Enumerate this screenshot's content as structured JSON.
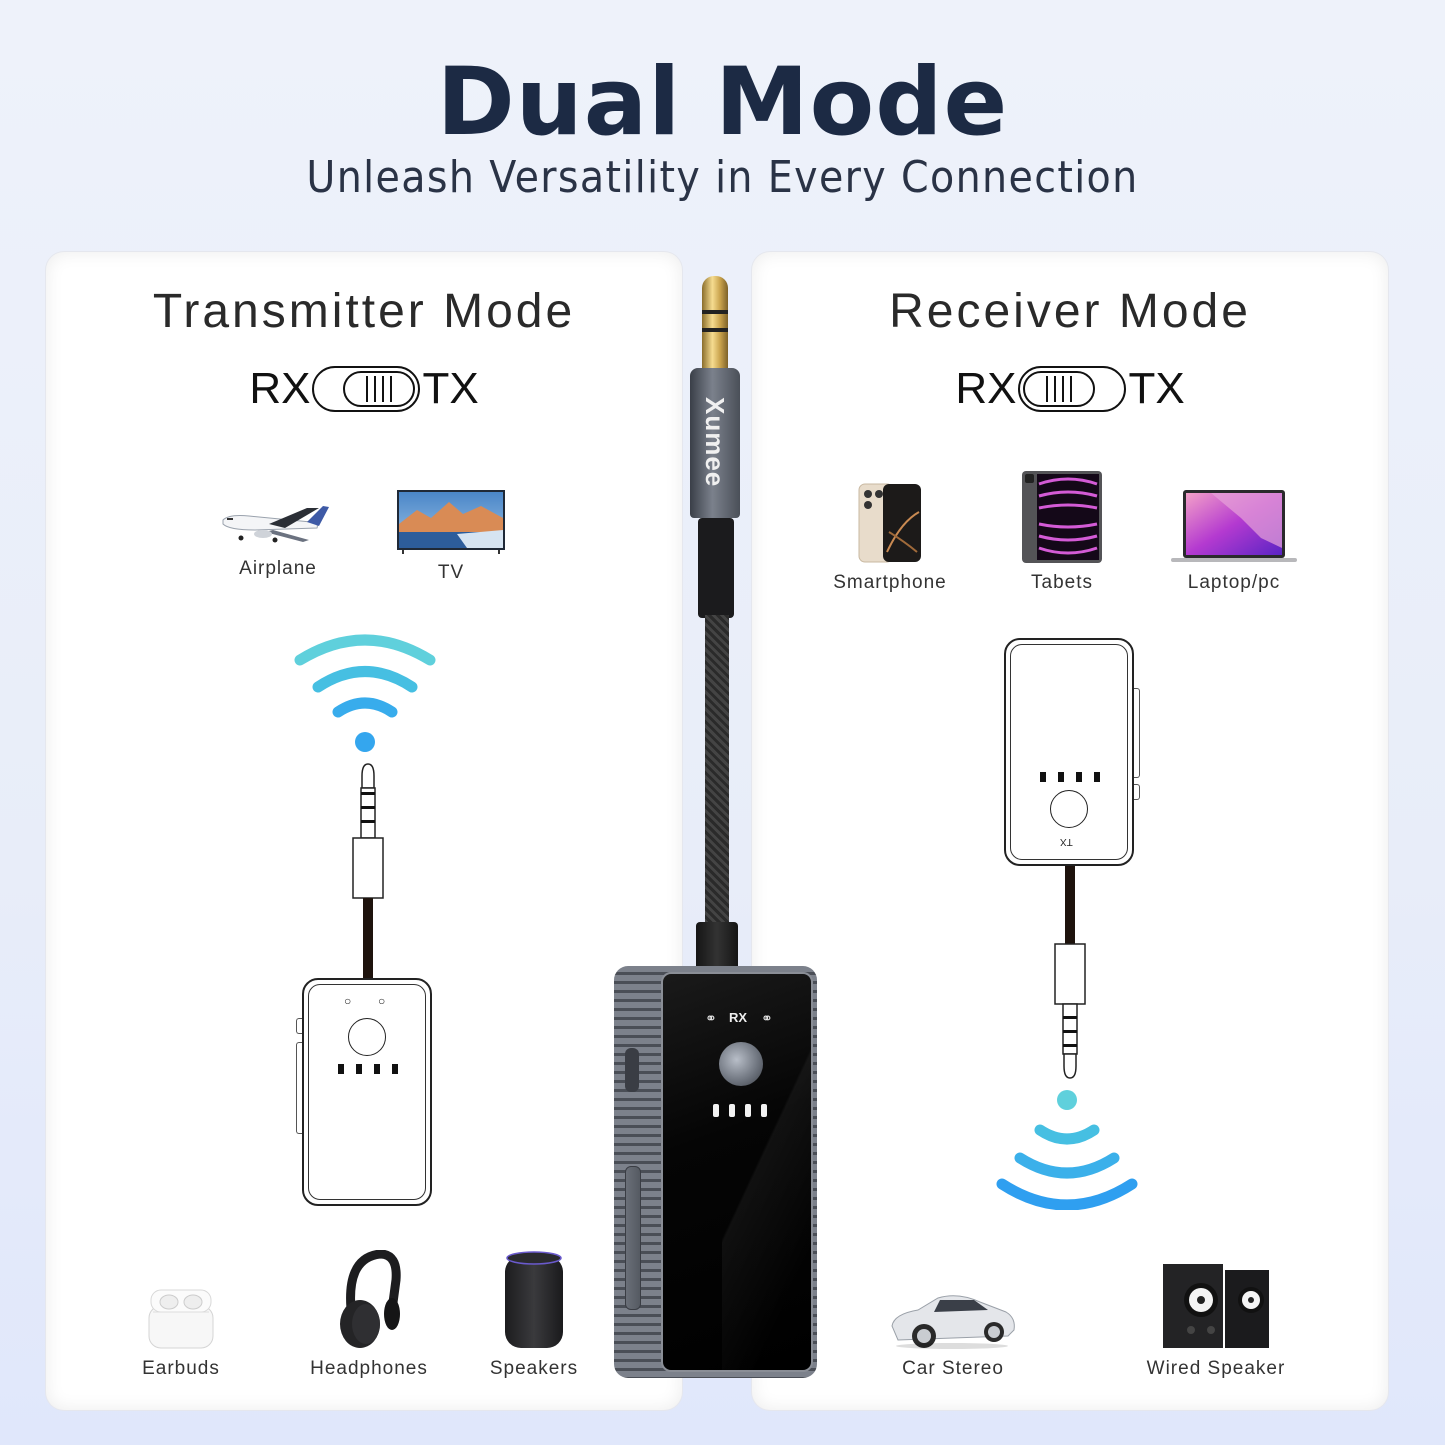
{
  "header": {
    "title": "Dual Mode",
    "subtitle": "Unleash Versatility in Every Connection"
  },
  "product": {
    "brand": "Xumee",
    "face_label": "RX",
    "led_count": 4
  },
  "transmitter_panel": {
    "title": "Transmitter Mode",
    "switch": {
      "left_label": "RX",
      "right_label": "TX",
      "position": "TX"
    },
    "sources": [
      {
        "label": "Airplane",
        "icon": "airplane-icon"
      },
      {
        "label": "TV",
        "icon": "tv-icon"
      }
    ],
    "outputs": [
      {
        "label": "Earbuds",
        "icon": "earbuds-icon"
      },
      {
        "label": "Headphones",
        "icon": "headphones-icon"
      },
      {
        "label": "Speakers",
        "icon": "smart-speaker-icon"
      }
    ],
    "signal_color": "#3fb4e6"
  },
  "receiver_panel": {
    "title": "Receiver Mode",
    "switch": {
      "left_label": "RX",
      "right_label": "TX",
      "position": "RX"
    },
    "sources": [
      {
        "label": "Smartphone",
        "icon": "smartphone-icon"
      },
      {
        "label": "Tabets",
        "icon": "tablet-icon"
      },
      {
        "label": "Laptop/pc",
        "icon": "laptop-icon"
      }
    ],
    "outputs": [
      {
        "label": "Car Stereo",
        "icon": "car-icon"
      },
      {
        "label": "Wired Speaker",
        "icon": "bookshelf-speaker-icon"
      }
    ],
    "device_label": "TX",
    "signal_color": "#3fb4e6"
  },
  "colors": {
    "background": "#eaeffa",
    "title": "#1c2a44",
    "panel": "#ffffff",
    "wifi_light": "#5fd0dc",
    "wifi_dark": "#2f9ff0"
  }
}
